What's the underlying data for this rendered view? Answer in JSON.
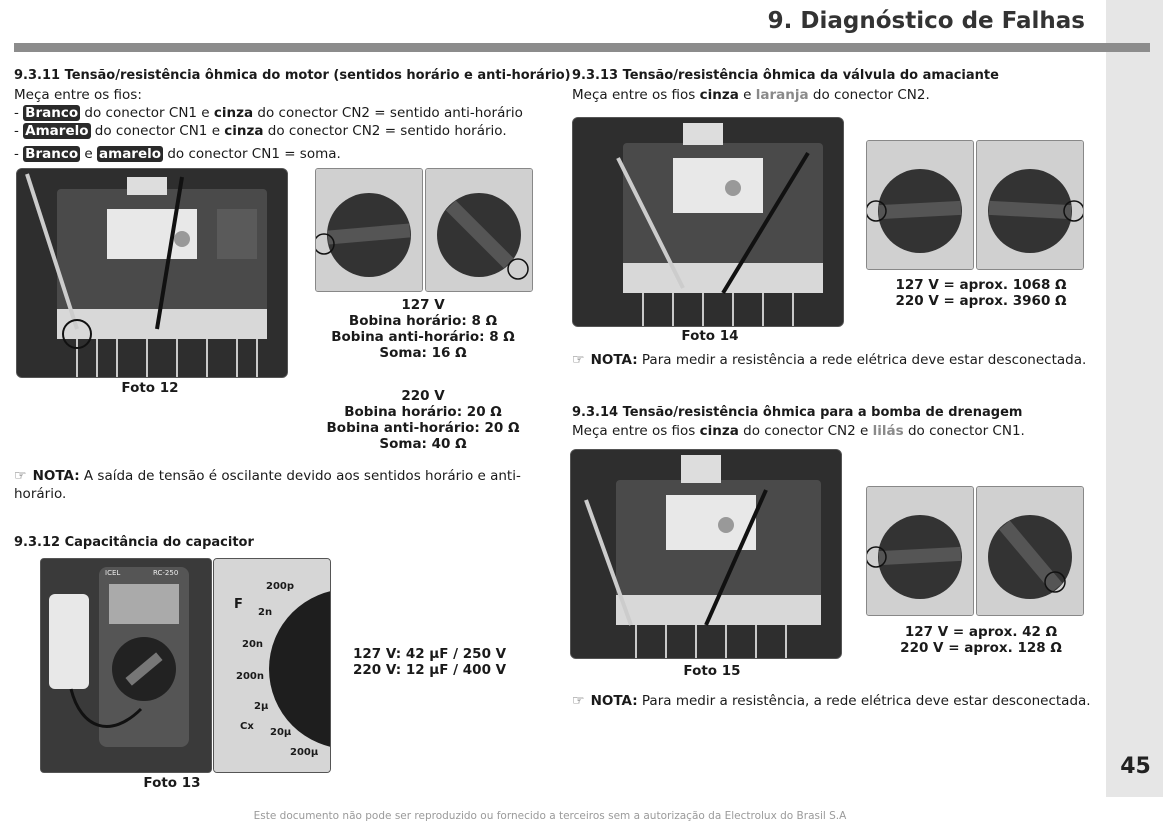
{
  "header": {
    "title": "9. Diagnóstico de Falhas",
    "page_number": "45"
  },
  "s1": {
    "heading": "9.3.11 Tensão/resistência ôhmica do motor (sentidos horário e anti-horário)",
    "intro": "Meça entre os fios:",
    "l1": {
      "dash": "- ",
      "w1": "Branco",
      "t1": " do conector CN1 e ",
      "w2": "cinza",
      "t2": " do conector CN2 = sentido anti-horário"
    },
    "l2": {
      "dash": "- ",
      "w1": "Amarelo",
      "t1": " do conector CN1 e ",
      "w2": "cinza",
      "t2": " do conector CN2 = sentido horário."
    },
    "l3": {
      "dash": "- ",
      "w1": "Branco",
      "t1": " e ",
      "w2": "amarelo",
      "t2": " do conector CN1 = soma."
    },
    "photo_caption": "Foto 12",
    "v127": [
      "127 V",
      "Bobina horário: 8 Ω",
      "Bobina anti-horário: 8 Ω",
      "Soma: 16 Ω"
    ],
    "v220": [
      "220 V",
      "Bobina horário: 20 Ω",
      "Bobina anti-horário: 20 Ω",
      "Soma: 40 Ω"
    ],
    "note_label": "NOTA:",
    "note_text": " A saída de tensão é oscilante devido aos sentidos horário e anti-horário."
  },
  "s2": {
    "heading": "9.3.12 Capacitância do capacitor",
    "photo_caption": "Foto 13",
    "values": [
      "127 V: 42 μF / 250 V",
      "220 V: 12 μF / 400 V"
    ],
    "meter_brand": "ICEL",
    "meter_model": "RC-250",
    "dial_labels": [
      "200p",
      "2n",
      "20n",
      "200n",
      "2μ",
      "20μ",
      "200μ",
      "F",
      "Cx"
    ]
  },
  "s3": {
    "heading": "9.3.13 Tensão/resistência ôhmica da válvula do amaciante",
    "t1": "Meça entre os fios ",
    "w1": "cinza",
    "t2": " e ",
    "w2": "laranja",
    "t3": " do conector CN2.",
    "photo_caption": "Foto 14",
    "values": [
      "127 V = aprox. 1068 Ω",
      "220 V = aprox. 3960 Ω"
    ],
    "note_label": "NOTA:",
    "note_text": " Para medir a resistência a rede elétrica deve estar desconectada."
  },
  "s4": {
    "heading": "9.3.14 Tensão/resistência ôhmica para a bomba de drenagem",
    "t1": "Meça entre os fios ",
    "w1": "cinza",
    "t2": " do conector CN2 e ",
    "w2": "lilás",
    "t3": " do conector CN1.",
    "photo_caption": "Foto 15",
    "values": [
      "127 V = aprox. 42 Ω",
      "220 V = aprox. 128 Ω"
    ],
    "note_label": "NOTA:",
    "note_text": " Para medir a resistência, a rede elétrica deve estar desconectada."
  },
  "footer": {
    "text": "Este documento não pode ser reproduzido ou fornecido a terceiros sem a autorização da Electrolux do Brasil S.A"
  }
}
